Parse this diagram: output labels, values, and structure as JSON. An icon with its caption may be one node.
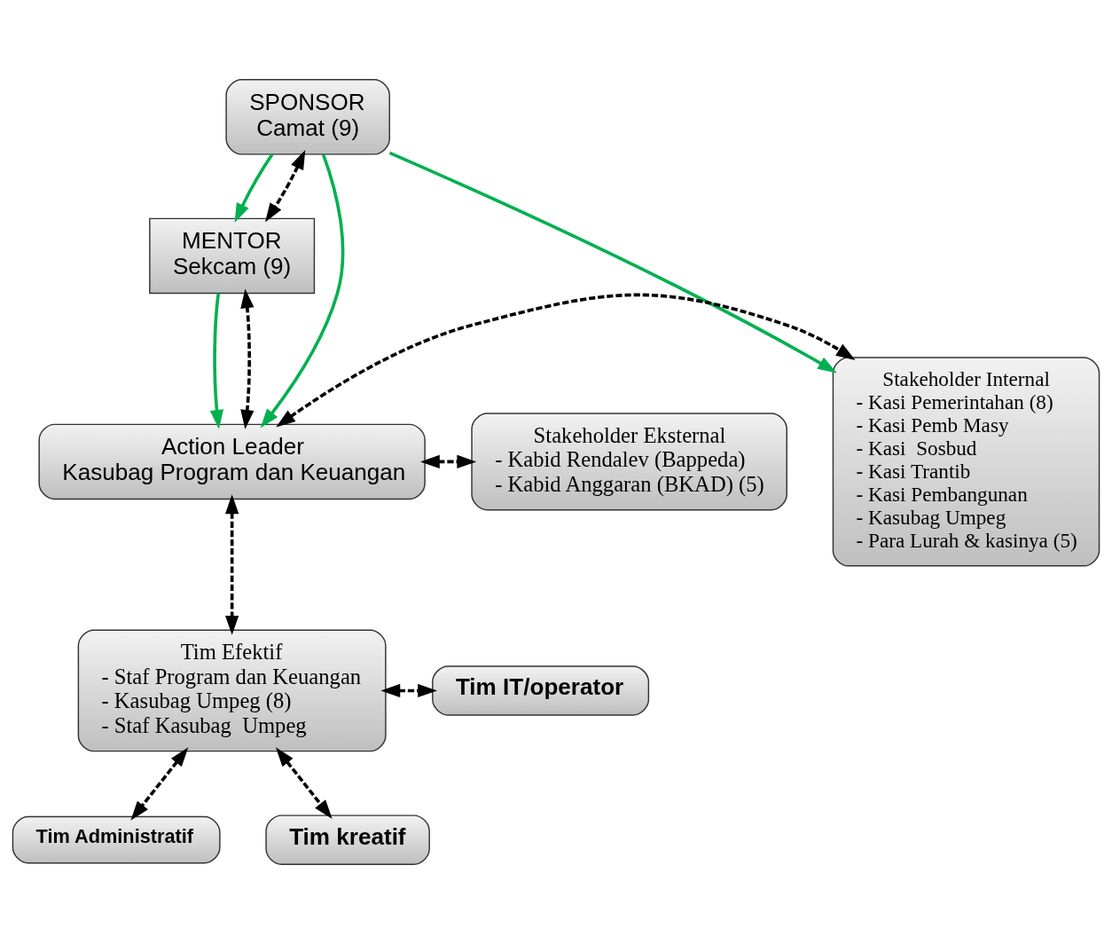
{
  "diagram": {
    "nodes": [
      {
        "text": [
          "SPONSOR",
          "Camat (9)"
        ]
      },
      {
        "text": [
          "MENTOR",
          "Sekcam (9)"
        ]
      },
      {
        "text": [
          "Action Leader",
          "Kasubag Program dan Keuangan"
        ]
      },
      {
        "text": [
          "Stakeholder Internal",
          "- Kasi Pemerintahan (8)",
          "- Kasi Pemb Masy",
          "- Kasi  Sosbud",
          "- Kasi Trantib",
          "- Kasi Pembangunan",
          "- Kasubag Umpeg",
          "- Para Lurah & kasinya (5)"
        ]
      },
      {
        "text": [
          "Stakeholder Eksternal",
          "- Kabid Rendalev (Bappeda)",
          "- Kabid Anggaran (BKAD) (5)"
        ]
      },
      {
        "text": [
          "Tim Efektif",
          "- Staf Program dan Keuangan",
          "- Kasubag Umpeg (8)",
          "- Staf Kasubag  Umpeg"
        ]
      },
      {
        "text": [
          "Tim IT/operator"
        ]
      },
      {
        "text": [
          "Tim Administratif"
        ]
      },
      {
        "text": [
          "Tim kreatif"
        ]
      }
    ],
    "edges": [
      {
        "from": 0,
        "to": 1,
        "arrow": "to",
        "color": "#00b050"
      },
      {
        "from": 0,
        "to": 1,
        "arrow": "both",
        "style": "dashed"
      },
      {
        "from": 1,
        "to": 2,
        "arrow": "to",
        "color": "#00b050"
      },
      {
        "from": 1,
        "to": 2,
        "arrow": "both",
        "style": "dashed"
      },
      {
        "from": 0,
        "to": 3,
        "arrow": "to",
        "color": "#00b050"
      },
      {
        "from": 0,
        "to": 2,
        "arrow": "to",
        "color": "#00b050"
      },
      {
        "from": 2,
        "to": 3,
        "arrow": "both",
        "style": "dashed"
      },
      {
        "from": 2,
        "to": 4,
        "arrow": "both",
        "style": "dashed"
      },
      {
        "from": 2,
        "to": 5,
        "arrow": "both",
        "style": "dashed"
      },
      {
        "from": 5,
        "to": 6,
        "arrow": "both",
        "style": "dashed"
      },
      {
        "from": 5,
        "to": 7,
        "arrow": "both",
        "style": "dashed"
      },
      {
        "from": 5,
        "to": 8,
        "arrow": "both",
        "style": "dashed"
      }
    ]
  }
}
